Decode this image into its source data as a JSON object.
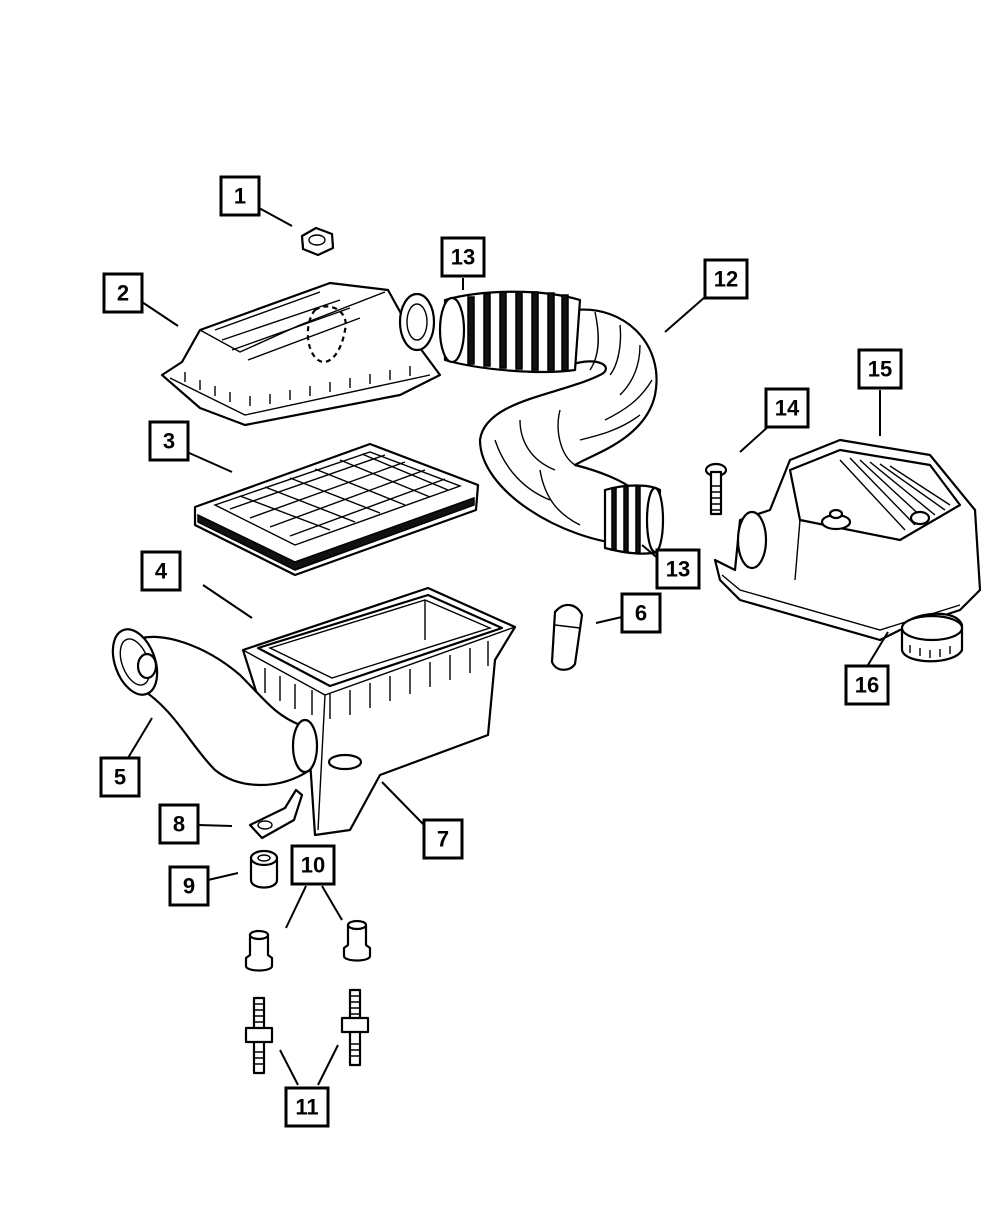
{
  "callouts": {
    "c1": "1",
    "c2": "2",
    "c3": "3",
    "c4": "4",
    "c5": "5",
    "c6": "6",
    "c7": "7",
    "c8": "8",
    "c9": "9",
    "c10": "10",
    "c11": "11",
    "c12": "12",
    "c13a": "13",
    "c13b": "13",
    "c14": "14",
    "c15": "15",
    "c16": "16"
  }
}
